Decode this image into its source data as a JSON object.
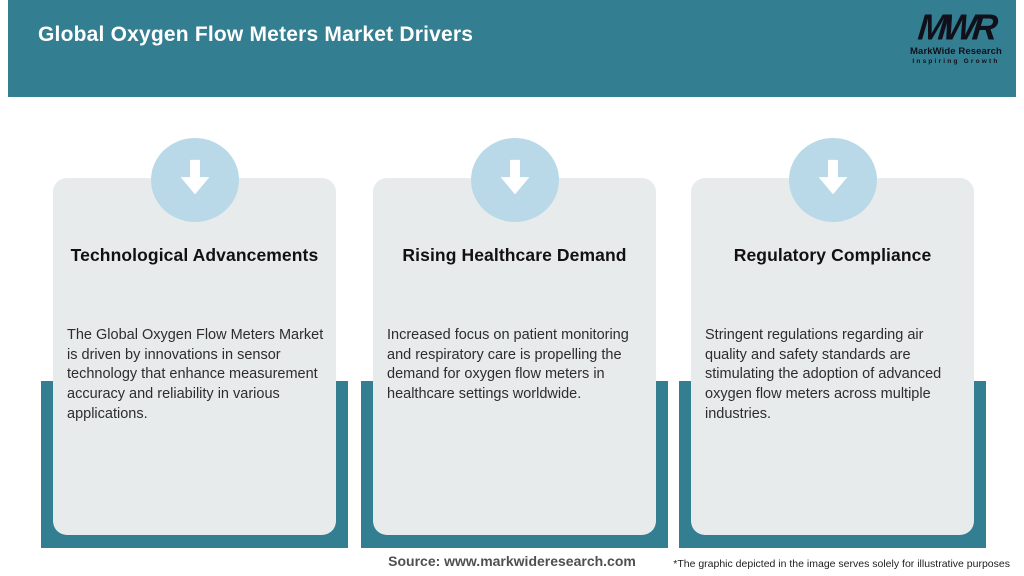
{
  "header": {
    "title": "Global Oxygen Flow Meters Market Drivers",
    "logo": {
      "acronym": "MWR",
      "name": "MarkWide Research",
      "tagline": "Inspiring Growth"
    }
  },
  "cards": [
    {
      "icon": "arrow-down-icon",
      "title": "Technological Advancements",
      "description": "The Global Oxygen Flow Meters Market is driven by innovations in sensor technology that enhance measurement accuracy and reliability in various applications."
    },
    {
      "icon": "arrow-down-icon",
      "title": "Rising Healthcare Demand",
      "description": "Increased focus on patient monitoring and respiratory care is propelling the demand for oxygen flow meters in healthcare settings worldwide."
    },
    {
      "icon": "arrow-down-icon",
      "title": "Regulatory Compliance",
      "description": "Stringent regulations regarding air quality and safety standards are stimulating the adoption of advanced oxygen flow meters across multiple industries."
    }
  ],
  "footer": {
    "source": "Source: www.markwideresearch.com",
    "disclaimer": "*The graphic depicted in the image serves solely for illustrative purposes"
  },
  "colors": {
    "accent": "#337e91",
    "card_bg": "#e8ebeb",
    "icon_circle": "#b9d9e8",
    "header_text": "#ffffff",
    "logo_ink": "#10101a"
  }
}
